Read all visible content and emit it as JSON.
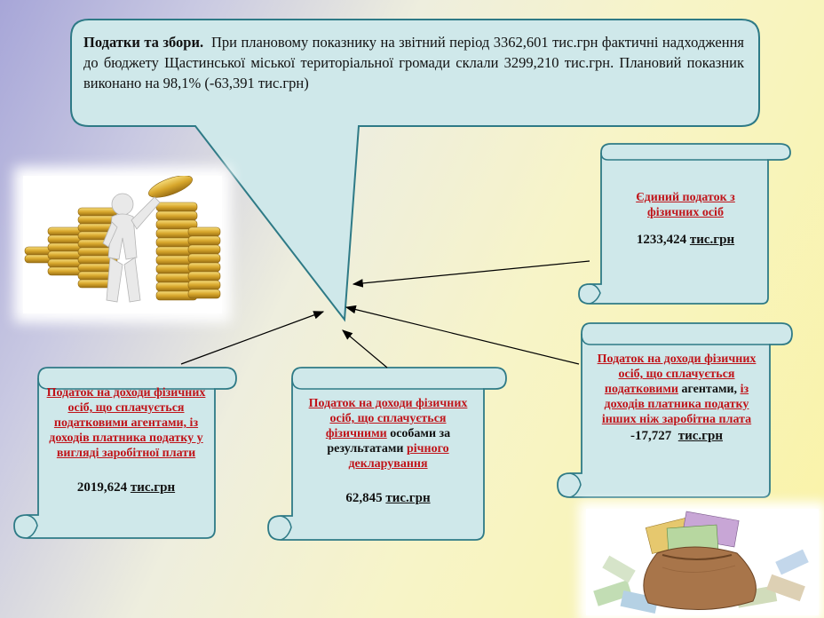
{
  "callout": {
    "lead": "Податки та збори.",
    "text": "При плановому показнику на звітний період  3362,601 тис.грн фактичні надходження до бюджету Щастинської міської територіальної громади склали 3299,210 тис.грн. Плановий показник виконано на 98,1% (-63,391 тис.грн)"
  },
  "boxes": {
    "single_tax": {
      "label": "Єдиний податок з фізичних осіб",
      "amount": "1233,424",
      "unit": "тис.грн"
    },
    "pdfo_salary": {
      "label": "Податок на доходи фізичних осіб, що сплачується податковими агентами, із доходів платника податку у вигляді заробітної плати",
      "amount": "2019,624",
      "unit": "тис.грн"
    },
    "pdfo_declaration": {
      "label_red1": "Податок на доходи фізичних осіб, що сплачується фізичними",
      "label_plain": "особами за результатами",
      "label_red2": "річного декларування",
      "amount": "62,845",
      "unit": "тис.грн"
    },
    "pdfo_other": {
      "label_red1": "Податок на доходи фізичних осіб, що сплачується податковими",
      "label_plain": "агентами,",
      "label_red2": "із доходів платника податку інших ніж заробітна плата",
      "amount": "-17,727",
      "unit": "тис.грн"
    }
  },
  "colors": {
    "scroll_fill": "#cfe8ea",
    "scroll_stroke": "#2e7a86",
    "callout_fill": "#cfe8ea",
    "label_red": "#c0141a"
  }
}
